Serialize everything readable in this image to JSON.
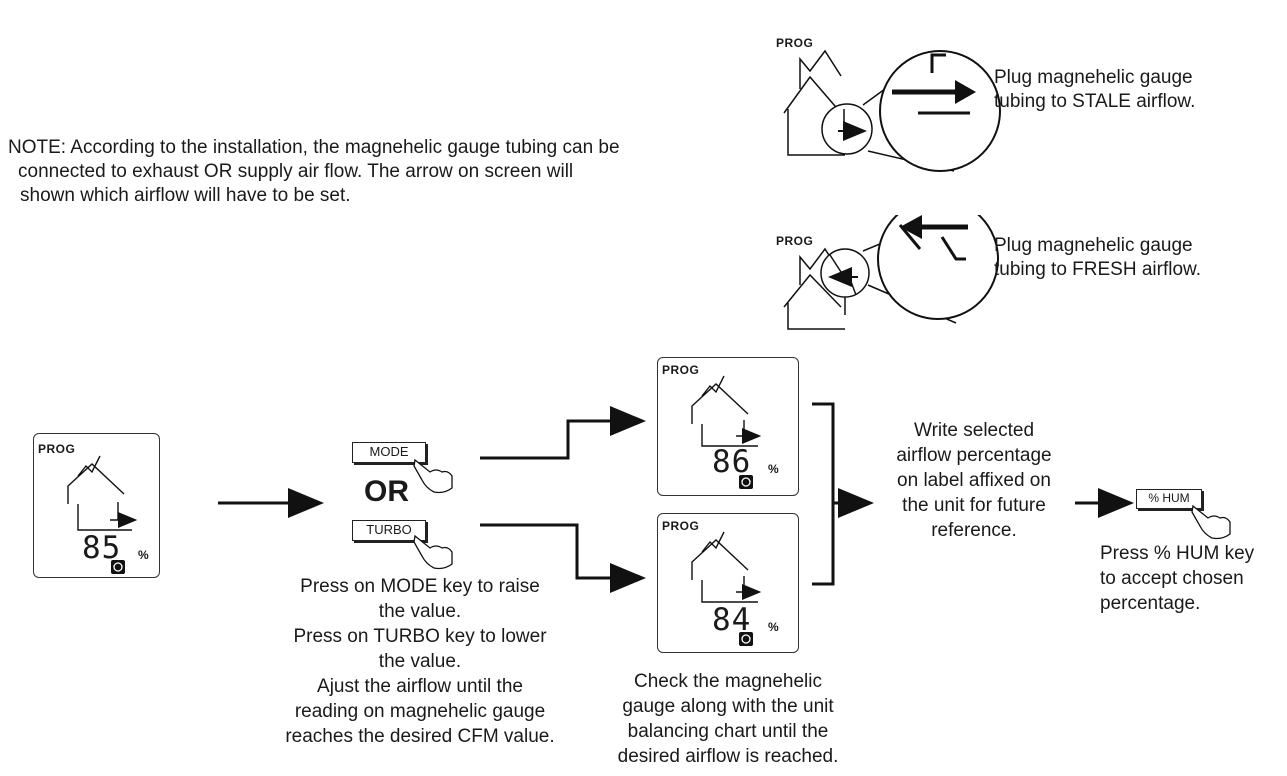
{
  "note": {
    "line1": "NOTE:  According to the installation, the magnehelic gauge tubing can be",
    "line2": "connected to exhaust OR supply air flow. The arrow on screen will",
    "line3": "shown which airflow will have to be set."
  },
  "insets": {
    "stale": {
      "prog": "PROG",
      "caption_line1": "Plug magnehelic gauge",
      "caption_line2": "tubing to STALE airflow."
    },
    "fresh": {
      "prog": "PROG",
      "caption_line1": "Plug magnehelic gauge",
      "caption_line2": "tubing to FRESH airflow."
    }
  },
  "screens": {
    "initial": {
      "prog": "PROG",
      "value": "85",
      "unit": "%"
    },
    "raised": {
      "prog": "PROG",
      "value": "86",
      "unit": "%"
    },
    "lowered": {
      "prog": "PROG",
      "value": "84",
      "unit": "%"
    }
  },
  "keys": {
    "mode": "MODE",
    "or": "OR",
    "turbo": "TURBO",
    "hum": "% HUM"
  },
  "captions": {
    "keys_instructions": "Press on MODE key to raise\nthe value.\nPress on TURBO key to lower\nthe value.\nAjust the airflow until the\nreading on magnehelic gauge\nreaches the desired CFM value.",
    "check_gauge": "Check the magnehelic\ngauge along with the unit\nbalancing chart until the\ndesired airflow is reached.",
    "write_label": "Write selected\nairflow percentage\non label affixed on\nthe unit for future\nreference.",
    "press_hum": "Press % HUM key\nto  accept chosen\npercentage."
  }
}
